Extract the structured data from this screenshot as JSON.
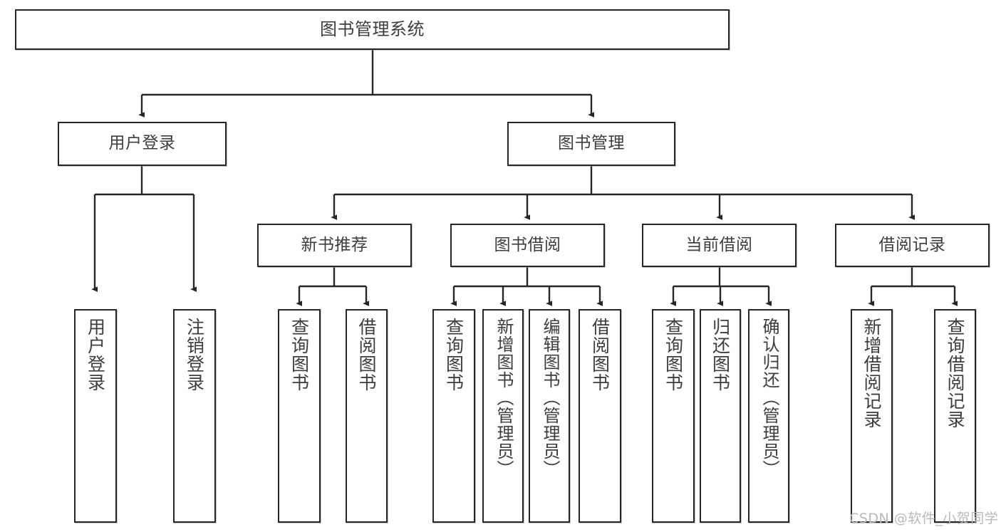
{
  "diagram": {
    "title": "图书管理系统",
    "type": "tree",
    "colors": {
      "stroke": "#262626",
      "text": "#3d3d3d",
      "background": "#ffffff",
      "watermark": "#b9b9b9"
    },
    "nodes": {
      "root": {
        "label": "图书管理系统"
      },
      "level2": [
        {
          "label": "用户登录"
        },
        {
          "label": "图书管理"
        }
      ],
      "level3": [
        {
          "label": "新书推荐"
        },
        {
          "label": "图书借阅"
        },
        {
          "label": "当前借阅"
        },
        {
          "label": "借阅记录"
        }
      ],
      "leaves": {
        "user_login": [
          {
            "label": "用户登录"
          },
          {
            "label": "注销登录"
          }
        ],
        "new_book": [
          {
            "label": "查询图书"
          },
          {
            "label": "借阅图书"
          }
        ],
        "borrow_book": [
          {
            "label": "查询图书"
          },
          {
            "label": "新增图书（管理员）"
          },
          {
            "label": "编辑图书（管理员）"
          },
          {
            "label": "借阅图书"
          }
        ],
        "current_borrow": [
          {
            "label": "查询图书"
          },
          {
            "label": "归还图书"
          },
          {
            "label": "确认归还（管理员）"
          }
        ],
        "borrow_record": [
          {
            "label": "新增借阅记录"
          },
          {
            "label": "查询借阅记录"
          }
        ]
      }
    },
    "watermark": "CSDN @软件_小贺同学"
  }
}
